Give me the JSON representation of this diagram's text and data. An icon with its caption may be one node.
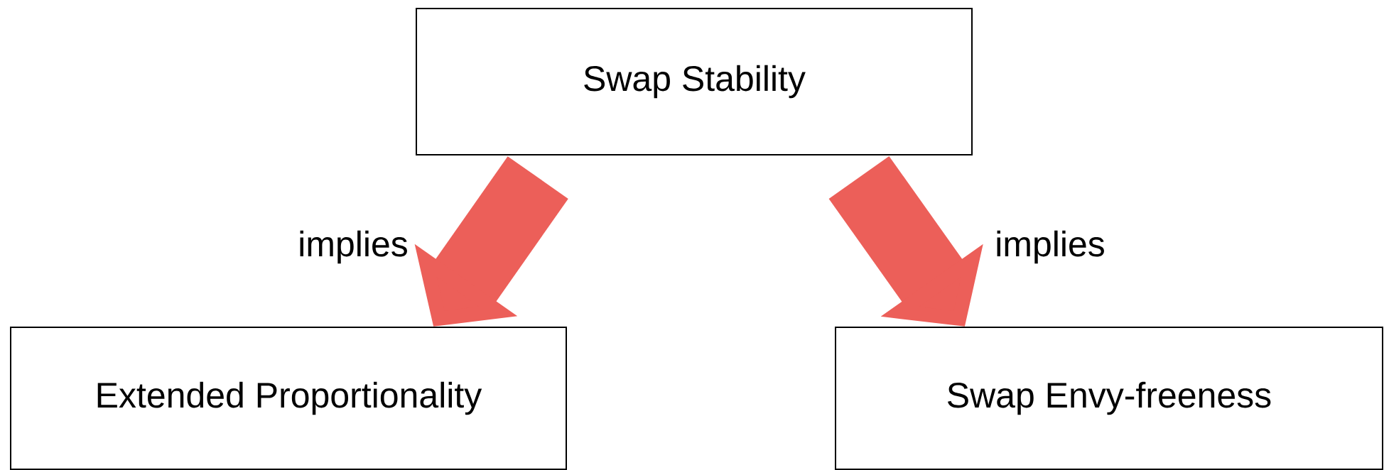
{
  "diagram": {
    "nodes": [
      {
        "text": [
          "Swap Stability"
        ]
      },
      {
        "text": [
          "Extended Proportionality"
        ]
      },
      {
        "text": [
          "Swap Envy-freeness"
        ]
      }
    ],
    "edges": [
      {
        "from": 0,
        "to": 1,
        "arrow": "to",
        "label": "implies",
        "color": "#ec5f59"
      },
      {
        "from": 0,
        "to": 2,
        "arrow": "to",
        "label": "implies",
        "color": "#ec5f59"
      }
    ]
  }
}
